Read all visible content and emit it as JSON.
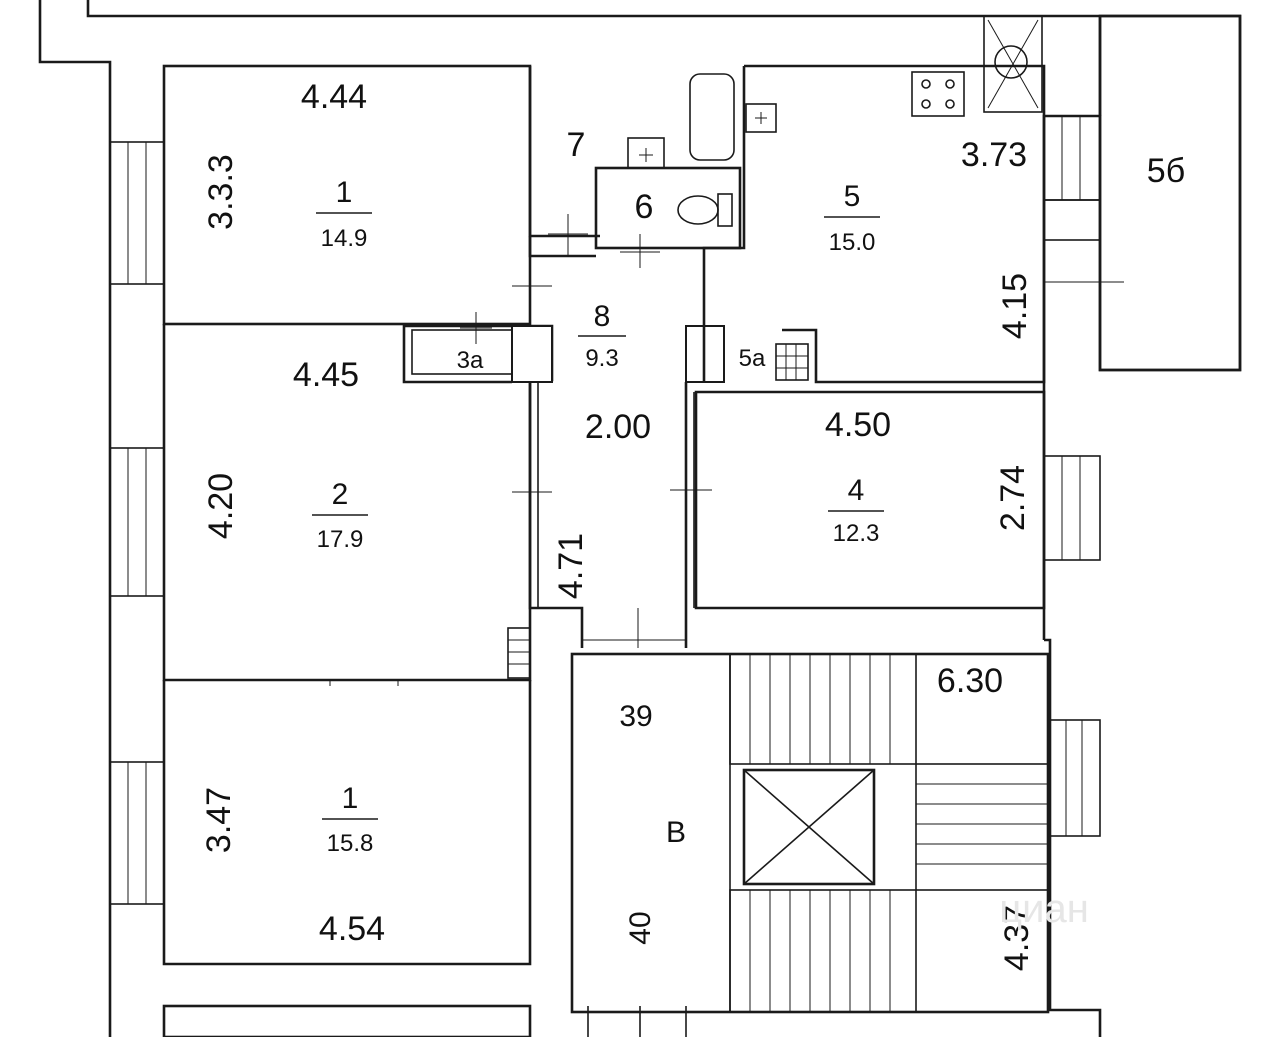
{
  "rooms": [
    {
      "id": "r1a",
      "number": "1",
      "area": "14.9"
    },
    {
      "id": "r2",
      "number": "2",
      "area": "17.9"
    },
    {
      "id": "r1b",
      "number": "1",
      "area": "15.8"
    },
    {
      "id": "r3a",
      "number": "3а"
    },
    {
      "id": "r4",
      "number": "4",
      "area": "12.3"
    },
    {
      "id": "r5",
      "number": "5",
      "area": "15.0"
    },
    {
      "id": "r5a",
      "number": "5а"
    },
    {
      "id": "r5b",
      "number": "5б"
    },
    {
      "id": "r6",
      "number": "6"
    },
    {
      "id": "r7",
      "number": "7"
    },
    {
      "id": "r8",
      "number": "8",
      "area": "9.3"
    },
    {
      "id": "stair39",
      "number": "39"
    },
    {
      "id": "stair40",
      "number": "40"
    },
    {
      "id": "stairB",
      "number": "В"
    }
  ],
  "dimensions": {
    "r1a_width": "4.44",
    "r1a_depth": "3.3.3",
    "r2_width": "4.45",
    "r2_depth": "4.20",
    "r1b_depth": "3.47",
    "r1b_width": "4.54",
    "hall_width": "2.00",
    "hall_length": "4.71",
    "r4_width": "4.50",
    "r4_depth": "2.74",
    "r5_width": "3.73",
    "r5_depth": "4.15",
    "stair_width": "6.30",
    "stair_depth": "4.37"
  },
  "watermark": "циан"
}
